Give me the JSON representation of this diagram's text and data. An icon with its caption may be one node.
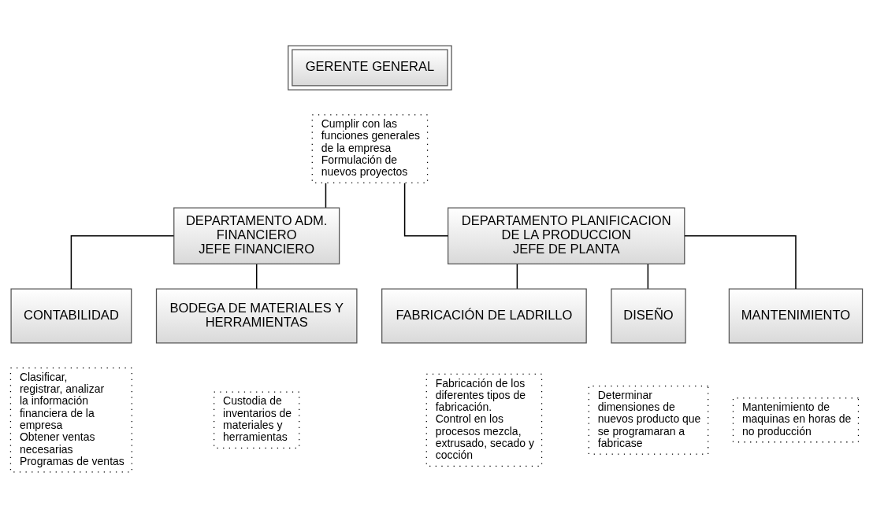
{
  "diagram": {
    "nodes": [
      {
        "text": [
          "GERENTE GENERAL"
        ]
      },
      {
        "text": [
          "Cumplir con las funciones generales de la empresa",
          "Formulación de nuevos proyectos"
        ]
      },
      {
        "text": [
          "DEPARTAMENTO ADM. FINANCIERO",
          "JEFE FINANCIERO"
        ]
      },
      {
        "text": [
          "DEPARTAMENTO PLANIFICACION DE LA PRODUCCION",
          "JEFE DE PLANTA"
        ]
      },
      {
        "text": [
          "CONTABILIDAD"
        ]
      },
      {
        "text": [
          "Clasificar, registrar, analizar la información financiera de la empresa",
          "Obtener ventas necesarias",
          "Programas de ventas"
        ]
      },
      {
        "text": [
          "BODEGA DE MATERIALES Y HERRAMIENTAS"
        ]
      },
      {
        "text": [
          "Custodia de inventarios de materiales y herramientas"
        ]
      },
      {
        "text": [
          "FABRICACIÓN DE LADRILLO"
        ]
      },
      {
        "text": [
          "Fabricación de los diferentes tipos de fabricación.",
          "Control en los procesos mezcla, extrusado, secado y cocción"
        ]
      },
      {
        "text": [
          "DISEÑO"
        ]
      },
      {
        "text": [
          "Determinar dimensiones de nuevos producto que se programaran a fabricase"
        ]
      },
      {
        "text": [
          "MANTENIMIENTO"
        ]
      },
      {
        "text": [
          "Mantenimiento de maquinas en horas de no producción"
        ]
      }
    ],
    "edges": [
      {
        "from": 1,
        "to": 2,
        "arrow": "none"
      },
      {
        "from": 1,
        "to": 3,
        "arrow": "none"
      },
      {
        "from": 2,
        "to": 4,
        "arrow": "none"
      },
      {
        "from": 2,
        "to": 6,
        "arrow": "none"
      },
      {
        "from": 3,
        "to": 8,
        "arrow": "none"
      },
      {
        "from": 3,
        "to": 10,
        "arrow": "none"
      },
      {
        "from": 3,
        "to": 12,
        "arrow": "none"
      }
    ]
  }
}
